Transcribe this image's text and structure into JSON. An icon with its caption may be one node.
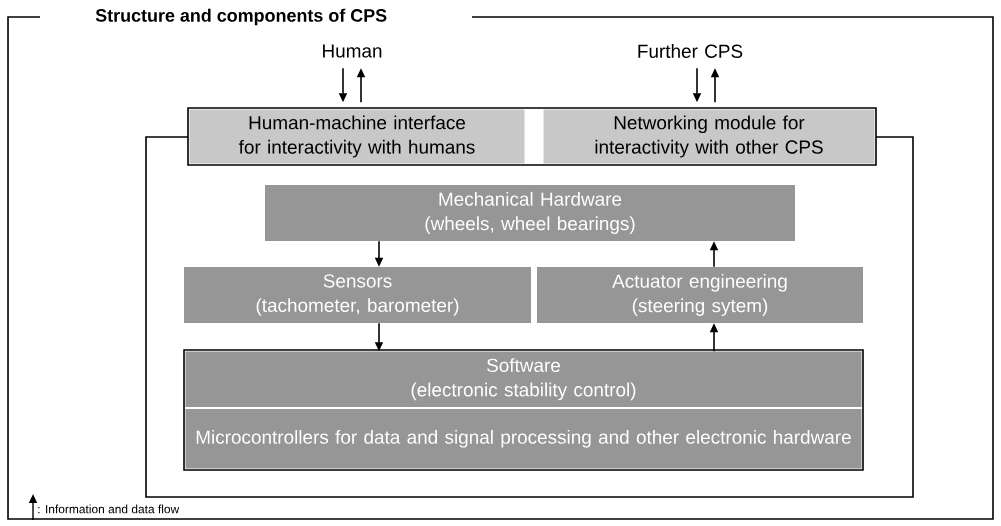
{
  "diagram": {
    "title": "Structure and components of CPS",
    "nodes": [
      {
        "text": [
          "Human"
        ]
      },
      {
        "text": [
          "Further CPS"
        ]
      },
      {
        "text": [
          "Human-machine interface for interactivity with humans"
        ]
      },
      {
        "text": [
          "Networking module for interactivity with other CPS"
        ]
      },
      {
        "text": [
          "Mechanical Hardware",
          "(wheels, wheel bearings)"
        ]
      },
      {
        "text": [
          "Sensors",
          "(tachometer, barometer)"
        ]
      },
      {
        "text": [
          "Actuator engineering",
          "(steering sytem)"
        ]
      },
      {
        "text": [
          "Software",
          "(electronic stability control)"
        ]
      },
      {
        "text": [
          "Microcontrollers for data and signal processing and other electronic hardware"
        ]
      }
    ],
    "edges": [
      {
        "from": 0,
        "to": 2,
        "arrow": "to"
      },
      {
        "from": 2,
        "to": 0,
        "arrow": "to"
      },
      {
        "from": 1,
        "to": 3,
        "arrow": "to"
      },
      {
        "from": 3,
        "to": 1,
        "arrow": "to"
      },
      {
        "from": 4,
        "to": 5,
        "arrow": "to"
      },
      {
        "from": 6,
        "to": 4,
        "arrow": "to"
      },
      {
        "from": 5,
        "to": 7,
        "arrow": "to"
      },
      {
        "from": 7,
        "to": 6,
        "arrow": "to"
      }
    ],
    "legend": [
      {
        "text": ": Information and data flow"
      }
    ]
  }
}
